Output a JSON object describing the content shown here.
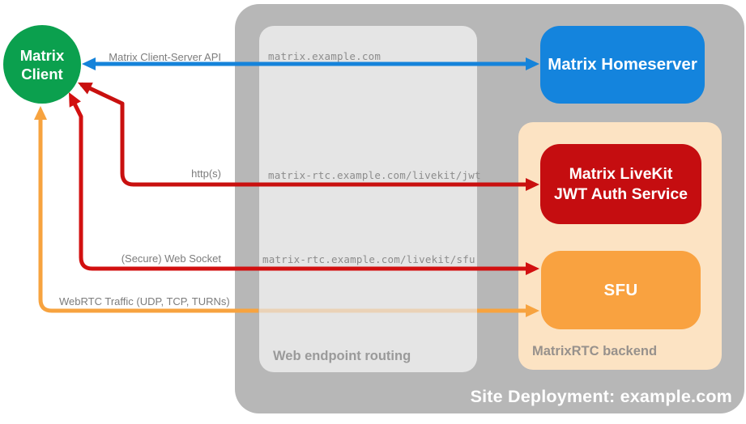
{
  "containers": {
    "site": {
      "title": "Site Deployment: example.com",
      "color": "#b7b7b7",
      "title_color": "#ffffff"
    },
    "web_routing": {
      "label": "Web endpoint routing",
      "color": "#e5e5e5",
      "label_color": "#9a9a9a"
    },
    "backend": {
      "label": "MatrixRTC backend",
      "color": "#fce3c3",
      "label_color": "#97918c"
    }
  },
  "client": {
    "line1": "Matrix",
    "line2": "Client",
    "color": "#0ba04e",
    "text_color": "#ffffff"
  },
  "nodes": {
    "homeserver": {
      "label": "Matrix Homeserver",
      "color": "#1484dd",
      "text_color": "#ffffff"
    },
    "jwt_auth": {
      "line1": "Matrix LiveKit",
      "line2": "JWT Auth Service",
      "color": "#c50d10",
      "text_color": "#ffffff"
    },
    "sfu": {
      "label": "SFU",
      "color": "#f9a240",
      "text_color": "#ffffff"
    }
  },
  "connections": {
    "cs_api": {
      "label": "Matrix Client-Server API",
      "endpoint": "matrix.example.com",
      "color": "#1583da",
      "from": "Matrix Client",
      "to": "Matrix Homeserver"
    },
    "jwt": {
      "label": "http(s)",
      "endpoint": "matrix-rtc.example.com/livekit/jwt",
      "color": "#c9100f",
      "from": "Matrix Client",
      "to": "Matrix LiveKit JWT Auth Service"
    },
    "websocket": {
      "label": "(Secure) Web Socket",
      "endpoint": "matrix-rtc.example.com/livekit/sfu",
      "color": "#d21010",
      "from": "Matrix Client",
      "to": "SFU"
    },
    "webrtc": {
      "label": "WebRTC Traffic (UDP, TCP, TURNs)",
      "endpoint": "",
      "color": "#f7a33f",
      "from": "Matrix Client",
      "to": "SFU"
    }
  },
  "text_colors": {
    "arrow_label": "#7c7c7c",
    "endpoint": "#8c8c8c"
  }
}
